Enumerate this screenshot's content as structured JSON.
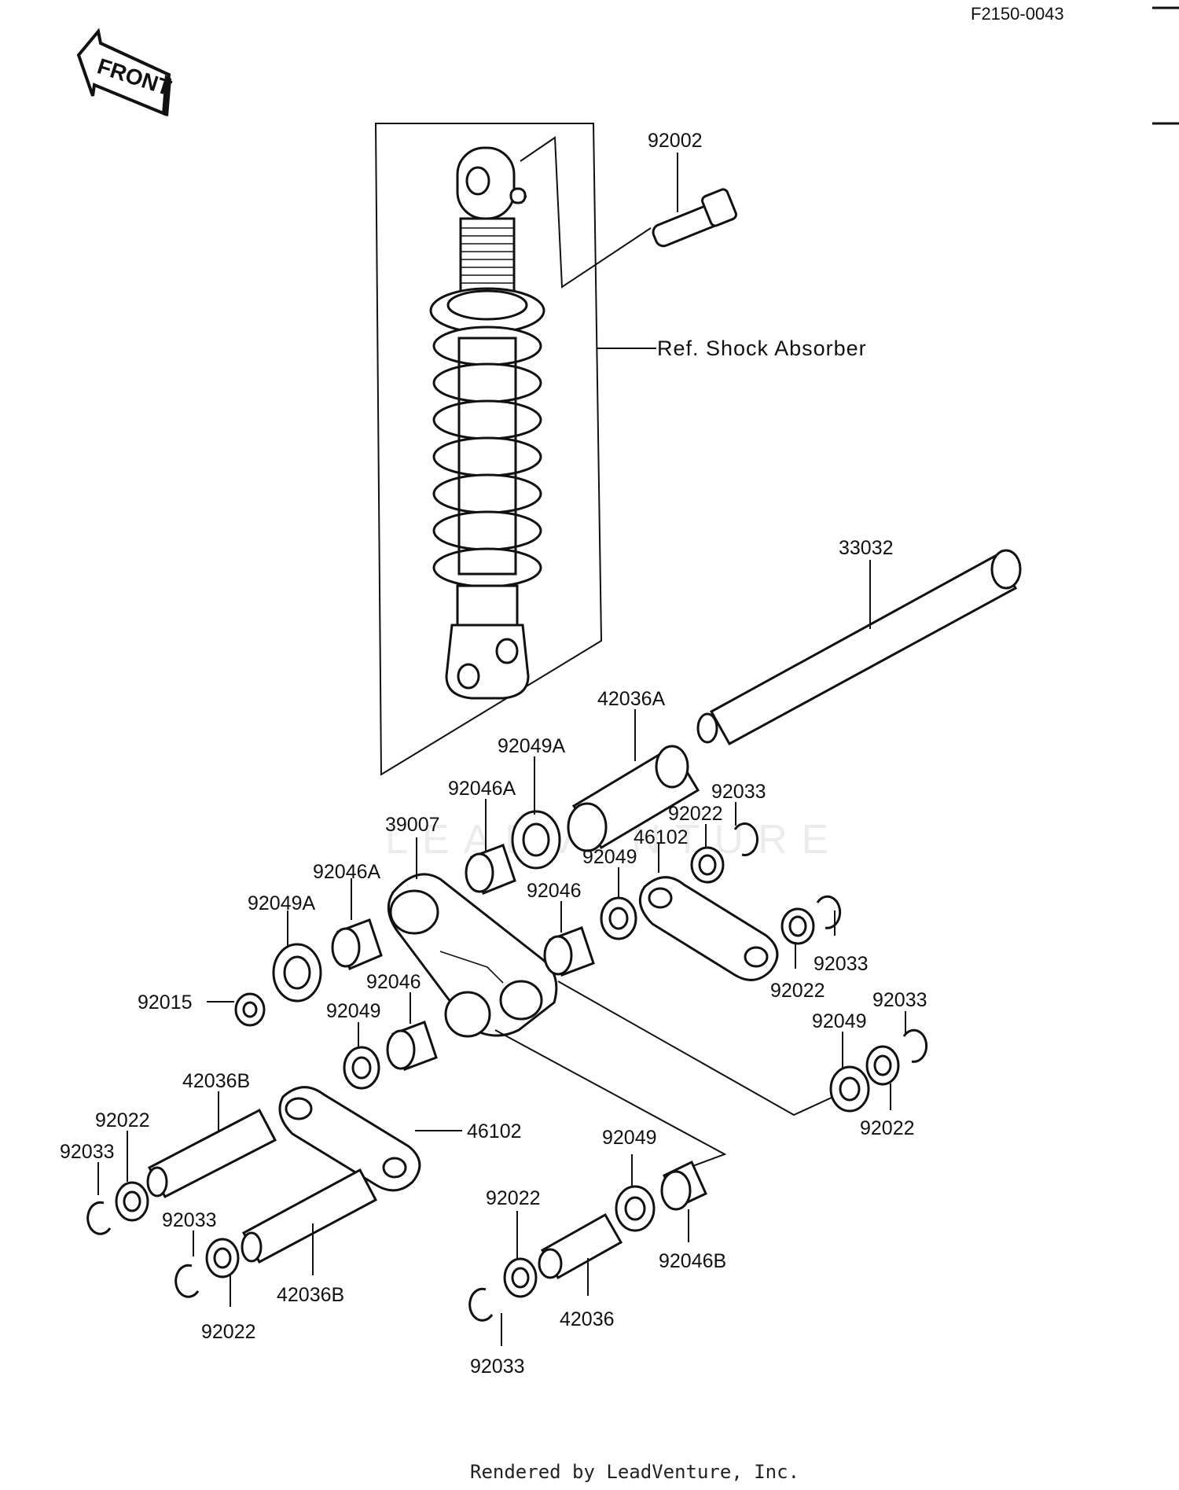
{
  "diagram_code": "F2150-0043",
  "front_label": "FRONT",
  "ref_label": "Ref. Shock Absorber",
  "watermark": "LEADVENTURE",
  "footer": "Rendered by LeadVenture, Inc.",
  "part_labels": {
    "p92002": "92002",
    "p33032": "33032",
    "p42036A": "42036A",
    "p92049A_1": "92049A",
    "p92046A_1": "92046A",
    "p39007": "39007",
    "p92033_1": "92033",
    "p92022_1": "92022",
    "p46102_1": "46102",
    "p92049_1": "92049",
    "p92046A_2": "92046A",
    "p92049A_2": "92049A",
    "p92046_1": "92046",
    "p92046_2": "92046",
    "p92015": "92015",
    "p92049_2": "92049",
    "p92033_2": "92033",
    "p92022_2": "92022",
    "p92033_3": "92033",
    "p92049_3": "92049",
    "p92022_3": "92022",
    "p42036B_1": "42036B",
    "p92022_4": "92022",
    "p92033_4": "92033",
    "p46102_2": "46102",
    "p92033_5": "92033",
    "p92022_5": "92022",
    "p42036B_2": "42036B",
    "p92049_4": "92049",
    "p92022_6": "92022",
    "p92046B": "92046B",
    "p42036": "42036",
    "p92033_6": "92033"
  }
}
